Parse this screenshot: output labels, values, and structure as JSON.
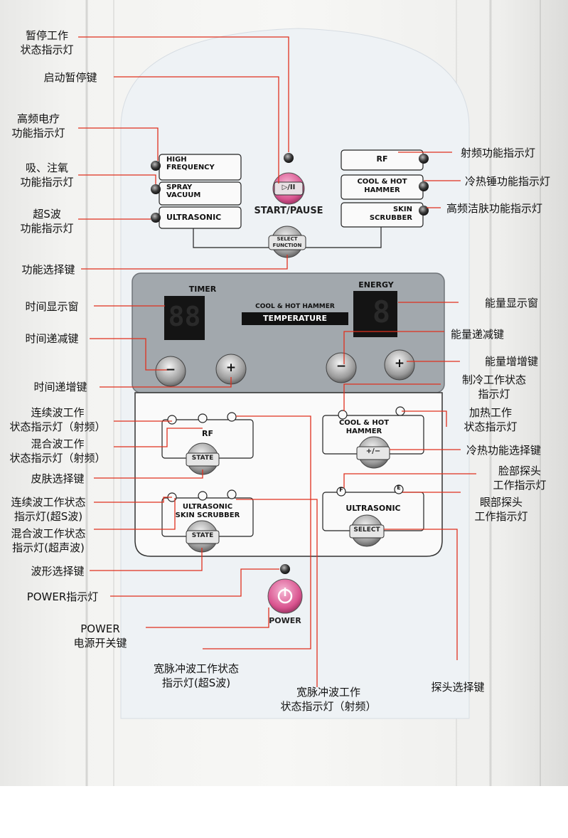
{
  "panel": {
    "high_frequency": "HIGH\nFREQUENCY",
    "spray_vacuum": "SPRAY\nVACUUM",
    "ultrasonic": "ULTRASONIC",
    "rf": "RF",
    "cool_hot_hammer": "COOL & HOT\nHAMMER",
    "skin_scrubber": "SKIN\nSCRUBBER",
    "start_pause": "START/PAUSE",
    "start_pause_glyph": "▷/II",
    "select_function": "SELECT\nFUNCTION",
    "timer": "TIMER",
    "energy": "ENERGY",
    "display_digits": "88",
    "display_digit_single": "8",
    "cool_hot_hammer_small": "COOL & HOT HAMMER",
    "temperature": "TEMPERATURE",
    "minus": "−",
    "plus": "+",
    "rf_box": "RF",
    "state": "STATE",
    "cool_hot_hammer_box": "COOL & HOT\nHAMMER",
    "plus_minus": "+/−",
    "ultrasonic_box": "ULTRASONIC",
    "f_probe": "F",
    "e_probe": "E",
    "select": "SELECT",
    "ultrasonic_scrubber_box": "ULTRASONIC\nSKIN SCRUBBER",
    "power": "POWER"
  },
  "callouts": {
    "pause_indicator": "暂停工作\n状态指示灯",
    "start_pause_key": "启动暂停键",
    "hf_indicator": "高频电疗\n功能指示灯",
    "spray_indicator": "吸、注氧\n功能指示灯",
    "ultrasonic_indicator": "超S波\n功能指示灯",
    "function_select_key": "功能选择键",
    "rf_indicator": "射频功能指示灯",
    "hammer_indicator": "冷热锤功能指示灯",
    "scrubber_indicator": "高频洁肤功能指示灯",
    "timer_window": "时间显示窗",
    "energy_window": "能量显示窗",
    "time_minus": "时间递减键",
    "time_plus": "时间递增键",
    "energy_minus": "能量递减键",
    "energy_plus": "能量增增键",
    "cool_indicator": "制冷工作状态\n指示灯",
    "continuous_rf": "连续波工作\n状态指示灯（射频）",
    "heat_indicator": "加热工作\n状态指示灯",
    "mixed_rf": "混合波工作\n状态指示灯（射频）",
    "hammer_select": "冷热功能选择键",
    "skin_select": "皮肤选择键",
    "face_probe": "脸部探头\n工作指示灯",
    "continuous_us": "连续波工作状态\n指示灯(超S波)",
    "eye_probe": "眼部探头\n工作指示灯",
    "mixed_us": "混合波工作状态\n指示灯(超声波)",
    "wave_select": "波形选择键",
    "power_indicator": "POWER指示灯",
    "power_switch": "POWER\n电源开关键",
    "wide_us": "宽脉冲波工作状态\n指示灯(超S波)",
    "probe_select": "探头选择键",
    "wide_rf": "宽脉冲波工作\n状态指示灯（射频）"
  }
}
